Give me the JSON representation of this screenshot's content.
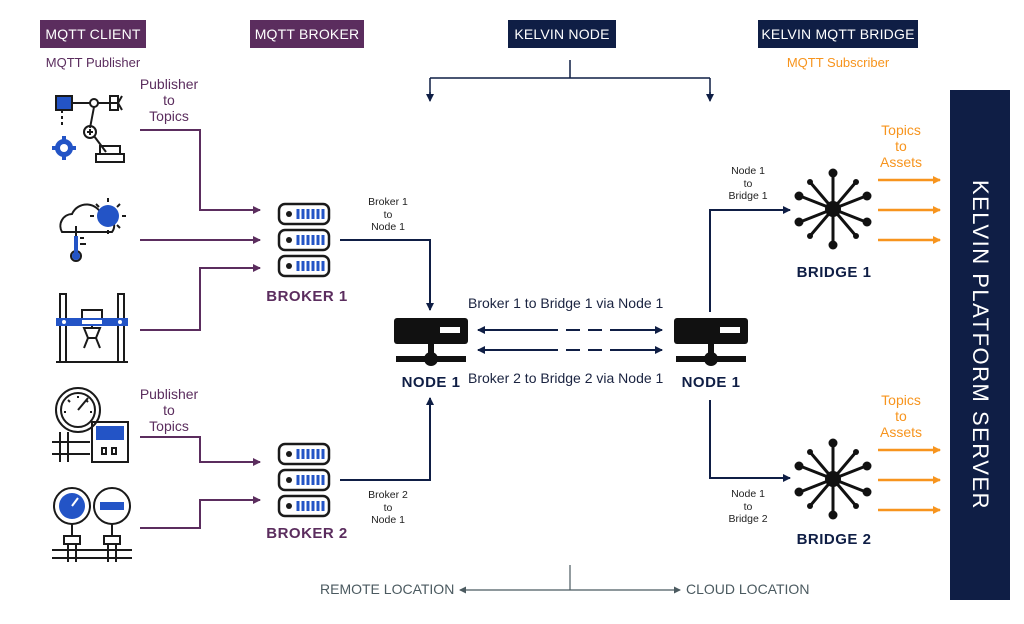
{
  "headers": {
    "mqtt_client": "MQTT CLIENT",
    "mqtt_broker": "MQTT BROKER",
    "kelvin_node": "KELVIN NODE",
    "kelvin_mqtt_bridge": "KELVIN MQTT BRIDGE"
  },
  "subtitles": {
    "publisher": "MQTT Publisher",
    "subscriber": "MQTT Subscriber"
  },
  "publisher_labels": [
    "Publisher\nto\nTopics",
    "Publisher\nto\nTopics"
  ],
  "topics_labels": [
    "Topics\nto\nAssets",
    "Topics\nto\nAssets"
  ],
  "brokers": [
    "BROKER 1",
    "BROKER 2"
  ],
  "broker_links": [
    "Broker 1\nto\nNode 1",
    "Broker 2\nto\nNode 1"
  ],
  "nodes": [
    "NODE 1",
    "NODE 1"
  ],
  "node_links": [
    "Node 1\nto\nBridge 1",
    "Node 1\nto\nBridge 2"
  ],
  "bridges": [
    "BRIDGE 1",
    "BRIDGE 2"
  ],
  "routes": [
    "Broker 1 to Bridge 1 via Node 1",
    "Broker 2 to Bridge 2 via Node 1"
  ],
  "locations": {
    "remote": "REMOTE LOCATION",
    "cloud": "CLOUD LOCATION"
  },
  "platform": "KELVIN PLATFORM SERVER",
  "colors": {
    "purple": "#5b2d5e",
    "navy": "#0f1e45",
    "orange": "#f7941d",
    "blue": "#2354c6"
  }
}
